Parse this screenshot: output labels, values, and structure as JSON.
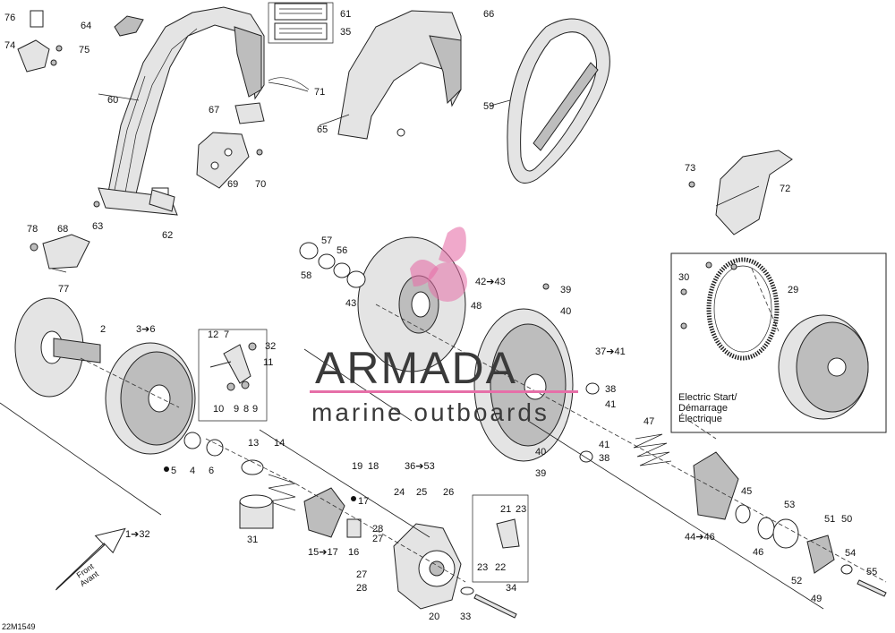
{
  "diagram_id": "22M1549",
  "watermark": {
    "brand": "ARMADA",
    "subtitle": "marine outboards",
    "color": "#e66fa8"
  },
  "front_arrow": {
    "line1": "Front",
    "line2": "Avant"
  },
  "inset": {
    "caption_line1": "Electric Start/",
    "caption_line2": "Démarrage",
    "caption_line3": "Électrique"
  },
  "callouts": {
    "c1_32": "1➔32",
    "c2": "2",
    "c3_6": "3➔6",
    "c4": "4",
    "c5": "5",
    "c6": "6",
    "c7": "7",
    "c8": "8",
    "c9a": "9",
    "c9b": "9",
    "c10": "10",
    "c11": "11",
    "c12": "12",
    "c13": "13",
    "c14": "14",
    "c15_17": "15➔17",
    "c16": "16",
    "c17": "17",
    "c18": "18",
    "c19": "19",
    "c20": "20",
    "c21": "21",
    "c22": "22",
    "c23a": "23",
    "c23b": "23",
    "c24": "24",
    "c25": "25",
    "c26": "26",
    "c27a": "27",
    "c27b": "27",
    "c28a": "28",
    "c28b": "28",
    "c29": "29",
    "c30": "30",
    "c31": "31",
    "c32": "32",
    "c33": "33",
    "c34": "34",
    "c35": "35",
    "c36_53": "36➔53",
    "c37_41": "37➔41",
    "c38a": "38",
    "c38b": "38",
    "c39a": "39",
    "c39b": "39",
    "c40a": "40",
    "c40b": "40",
    "c41a": "41",
    "c41b": "41",
    "c42_43": "42➔43",
    "c43": "43",
    "c44_46": "44➔46",
    "c45": "45",
    "c46": "46",
    "c47": "47",
    "c48": "48",
    "c49": "49",
    "c50": "50",
    "c51": "51",
    "c52": "52",
    "c53": "53",
    "c54": "54",
    "c55": "55",
    "c56": "56",
    "c57": "57",
    "c58": "58",
    "c59": "59",
    "c60": "60",
    "c61": "61",
    "c62": "62",
    "c63": "63",
    "c64": "64",
    "c65": "65",
    "c66": "66",
    "c67": "67",
    "c68": "68",
    "c69": "69",
    "c70": "70",
    "c71": "71",
    "c72": "72",
    "c73": "73",
    "c74": "74",
    "c75": "75",
    "c76": "76",
    "c77": "77",
    "c78": "78"
  }
}
